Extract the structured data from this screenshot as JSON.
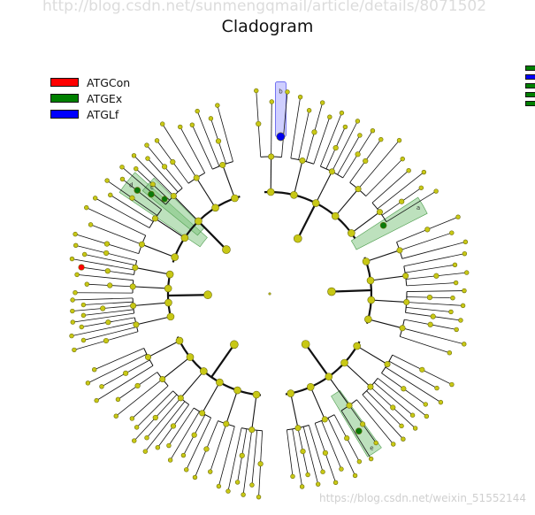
{
  "watermark_top": "http://blog.csdn.net/sunmengqmail/article/details/8071502",
  "watermark_bottom": "https://blog.csdn.net/weixin_51552144",
  "title": "Cladogram",
  "legend": [
    {
      "label": "ATGCon",
      "color": "#ff0000"
    },
    {
      "label": "ATGEx",
      "color": "#008000"
    },
    {
      "label": "ATGLf",
      "color": "#0000ff"
    }
  ],
  "legend_right_colors": [
    "#008000",
    "#0000ff",
    "#008000",
    "#008000",
    "#008000"
  ],
  "colors": {
    "node": "#c8c815",
    "node_stroke": "#6e6e0a",
    "edge": "#111111",
    "highlight_green": "#7bc47b"
  },
  "highlight_labels": [
    "a",
    "b",
    "c",
    "d",
    "e"
  ]
}
